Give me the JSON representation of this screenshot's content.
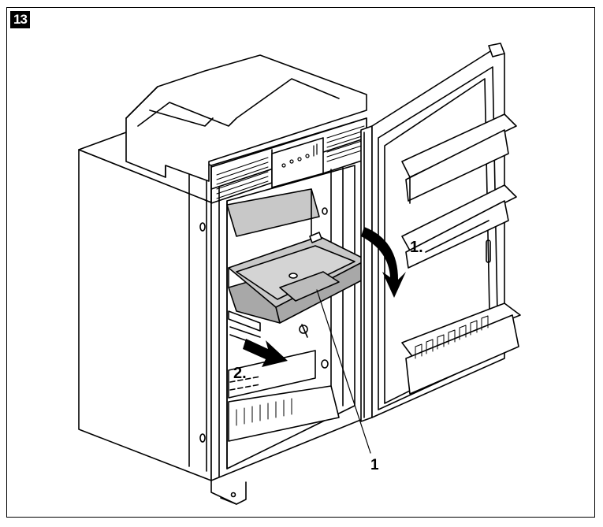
{
  "figure": {
    "number": "13",
    "labels": {
      "step1": "1.",
      "step2": "2.",
      "part1": "1"
    }
  },
  "colors": {
    "line": "#000000",
    "tray_fill": "#c8c8c8",
    "tray_dark": "#a8a8a8",
    "background": "#ffffff"
  }
}
